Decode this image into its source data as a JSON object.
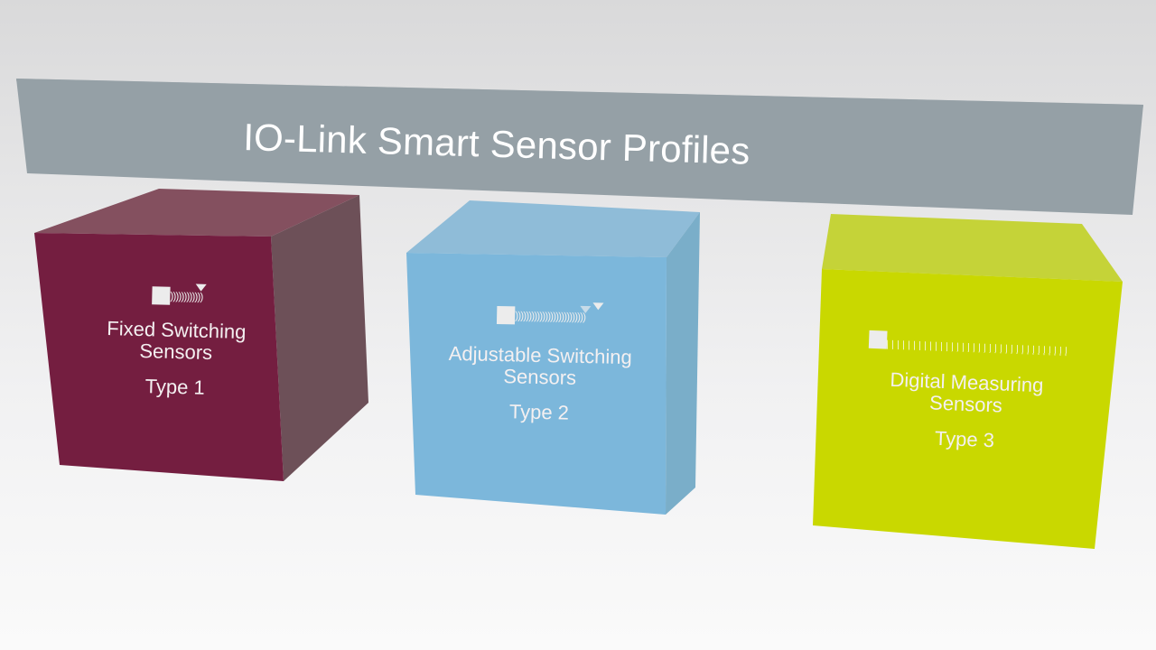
{
  "banner": {
    "title": "IO-Link Smart Sensor Profiles",
    "color": "#95a0a6"
  },
  "cubes": [
    {
      "label_line1": "Fixed Switching",
      "label_line2": "Sensors",
      "type": "Type 1",
      "color": "#741e40",
      "icon": "fixed-switch-signal-icon"
    },
    {
      "label_line1": "Adjustable Switching",
      "label_line2": "Sensors",
      "type": "Type 2",
      "color": "#7cb7db",
      "icon": "adjustable-switch-signal-icon"
    },
    {
      "label_line1": "Digital Measuring",
      "label_line2": "Sensors",
      "type": "Type 3",
      "color": "#c9d800",
      "icon": "measuring-scale-icon"
    }
  ],
  "waves": {
    "short": "))))))))))))",
    "long": "))))))))))))))))))))))))))"
  }
}
